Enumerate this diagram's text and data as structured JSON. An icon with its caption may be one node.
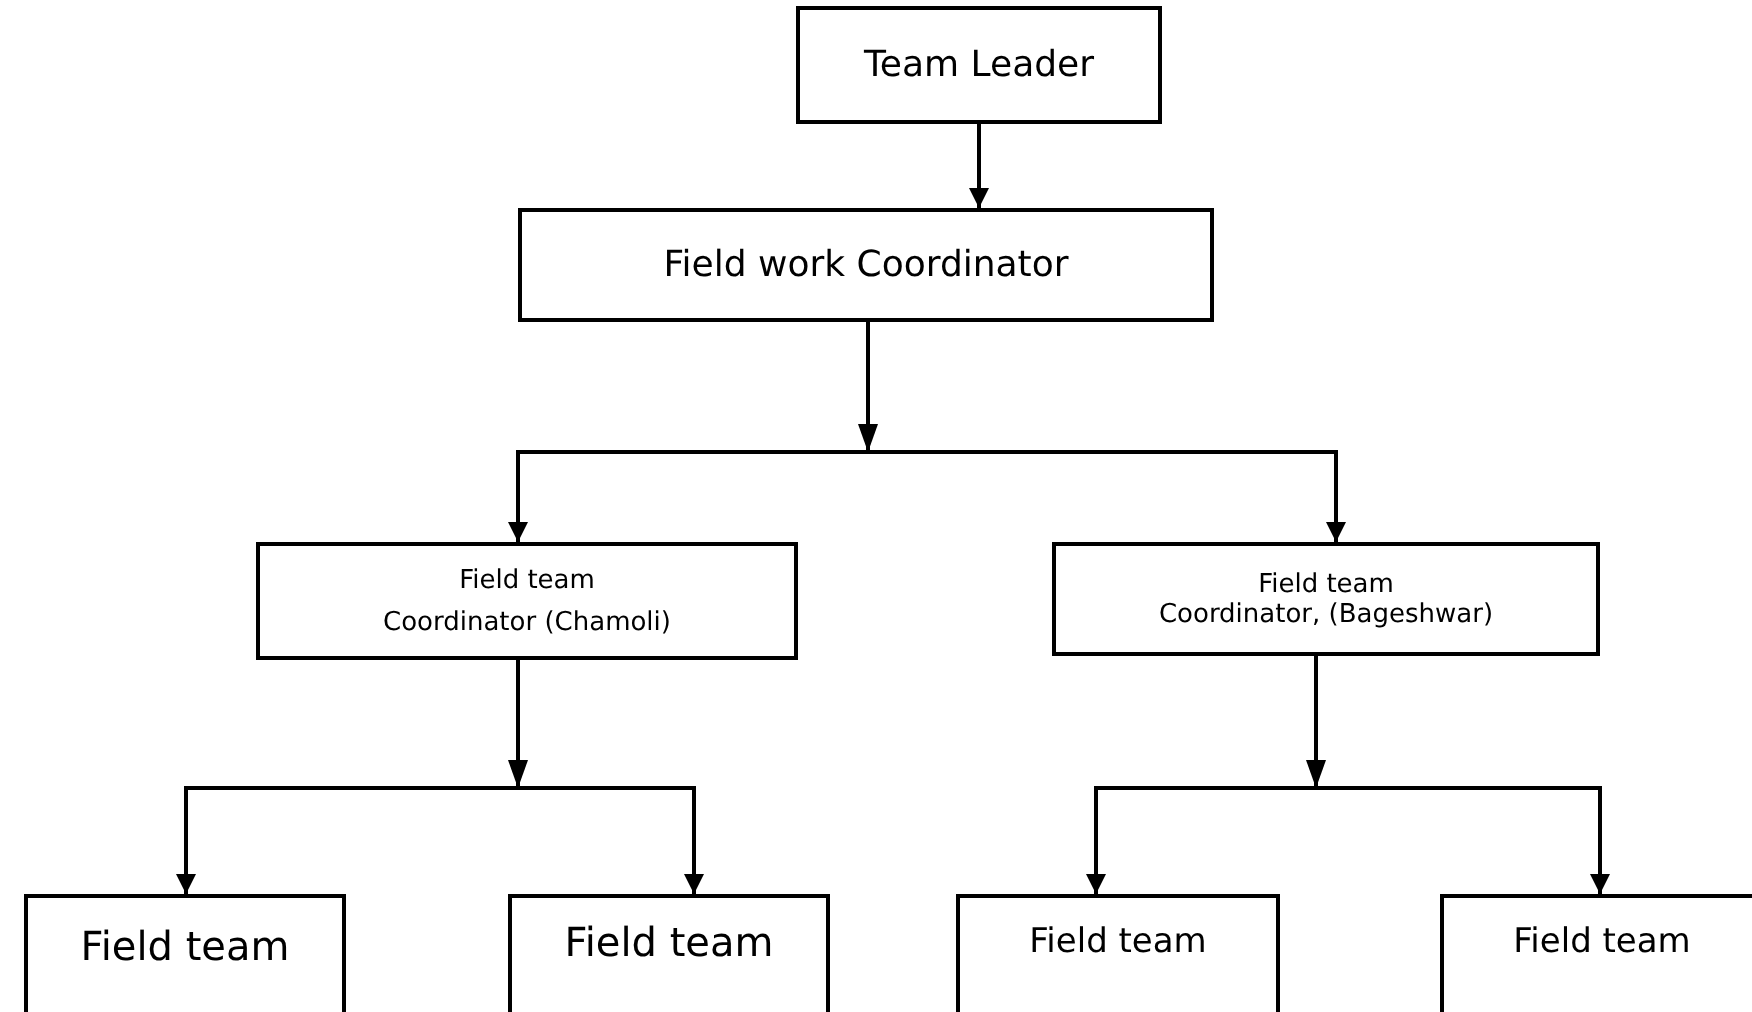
{
  "diagram": {
    "nodes": [
      {
        "text": [
          "Team Leader"
        ]
      },
      {
        "text": [
          "Field work Coordinator"
        ]
      },
      {
        "text": [
          "Field team",
          "Coordinator (Chamoli)"
        ]
      },
      {
        "text": [
          "Field team",
          "Coordinator, (Bageshwar)"
        ]
      },
      {
        "text": [
          "Field team"
        ]
      },
      {
        "text": [
          "Field team"
        ]
      },
      {
        "text": [
          "Field team"
        ]
      },
      {
        "text": [
          "Field team"
        ]
      }
    ],
    "edges": [
      {
        "from": 0,
        "to": 1,
        "arrow": "to"
      },
      {
        "from": 1,
        "to": 2,
        "arrow": "to"
      },
      {
        "from": 1,
        "to": 3,
        "arrow": "to"
      },
      {
        "from": 2,
        "to": 4,
        "arrow": "to"
      },
      {
        "from": 2,
        "to": 5,
        "arrow": "to"
      },
      {
        "from": 3,
        "to": 6,
        "arrow": "to"
      },
      {
        "from": 3,
        "to": 7,
        "arrow": "to"
      }
    ]
  }
}
